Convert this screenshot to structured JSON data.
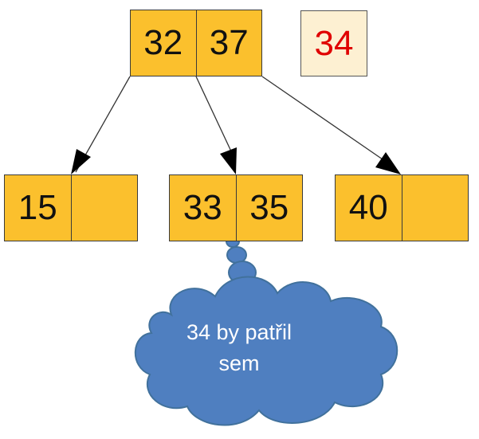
{
  "root": {
    "keys": [
      "32",
      "37"
    ]
  },
  "inserted_key": {
    "value": "34",
    "color": "#e00000"
  },
  "children": [
    {
      "keys": [
        "15",
        ""
      ]
    },
    {
      "keys": [
        "33",
        "35"
      ]
    },
    {
      "keys": [
        "40",
        ""
      ]
    }
  ],
  "callout": {
    "text_line1": "34 by patřil",
    "text_line2": "sem",
    "fill_color": "#4f7fc0"
  },
  "colors": {
    "node_fill": "#fbc02d",
    "new_key_bg": "#fdf0d2",
    "border": "#3a3a3a"
  }
}
